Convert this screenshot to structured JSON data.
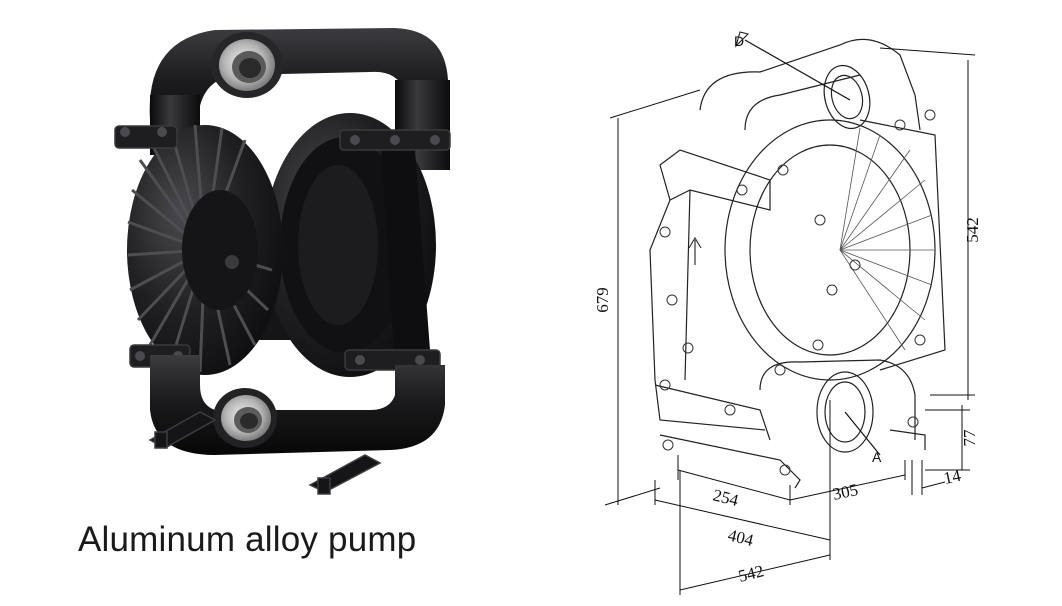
{
  "caption": "Aluminum alloy pump",
  "drawing": {
    "dimensions": {
      "overall_height": "679",
      "body_height": "542",
      "port_height": "77",
      "foot_thickness": "14",
      "foot_spacing": "254",
      "outlet_offset": "305",
      "mount_width": "404",
      "overall_width": "542"
    },
    "markers": {
      "port_d": "D",
      "port_a": "A"
    }
  },
  "colors": {
    "pump_body": "#1b1b1d",
    "port_metal": "#b9b9b9",
    "line": "#222222"
  }
}
